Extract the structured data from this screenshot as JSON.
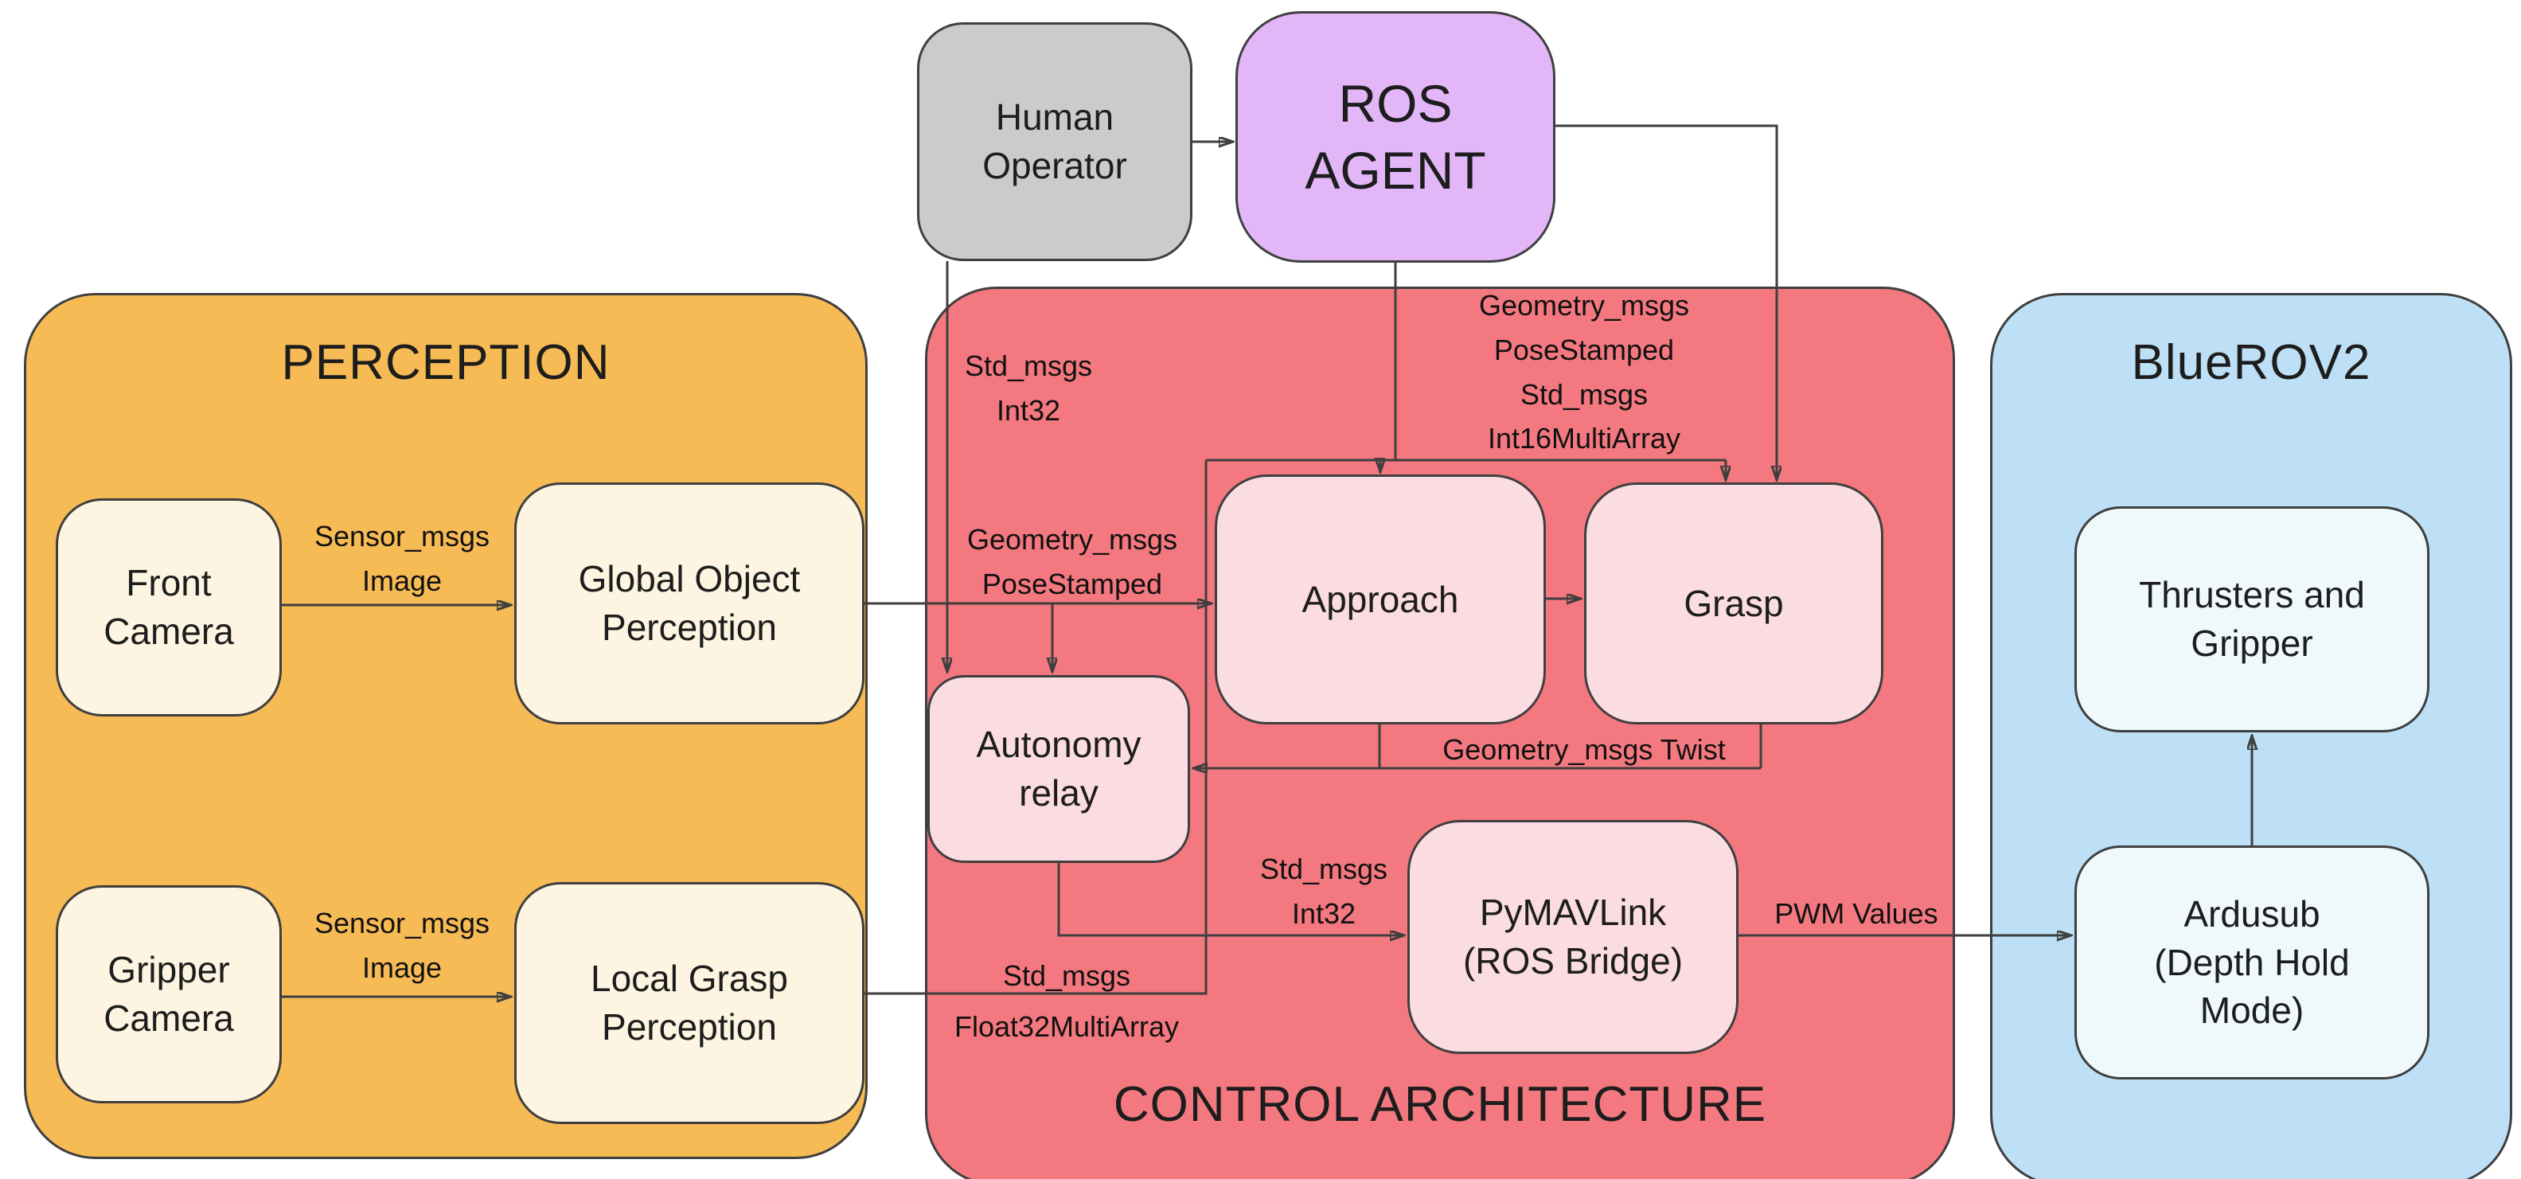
{
  "diagram": {
    "containers": {
      "perception": "PERCEPTION",
      "control_architecture": "CONTROL ARCHITECTURE",
      "bluerov2": "BlueROV2"
    },
    "nodes": {
      "human_operator": "Human\nOperator",
      "ros_agent": "ROS\nAGENT",
      "front_camera": "Front\nCamera",
      "global_object_perception": "Global Object\nPerception",
      "gripper_camera": "Gripper\nCamera",
      "local_grasp_perception": "Local Grasp\nPerception",
      "approach": "Approach",
      "grasp": "Grasp",
      "autonomy_relay": "Autonomy\nrelay",
      "pymavlink": "PyMAVLink\n(ROS Bridge)",
      "thrusters_gripper": "Thrusters and\nGripper",
      "ardusub": "Ardusub\n(Depth Hold\nMode)"
    },
    "edge_labels": {
      "front_to_global": "Sensor_msgs\nImage",
      "gripper_to_local": "Sensor_msgs\nImage",
      "operator_to_relay": "Std_msgs\nInt32",
      "global_to_approach": "Geometry_msgs\nPoseStamped",
      "agent_to_behaviors": "Geometry_msgs\nPoseStamped\nStd_msgs\nInt16MultiArray",
      "behaviors_to_relay": "Geometry_msgs Twist",
      "relay_to_pymavlink": "Std_msgs\nInt32",
      "local_to_control_line1": "Std_msgs",
      "local_to_control_line2": "Float32MultiArray",
      "pymavlink_to_ardusub": "PWM Values"
    },
    "colors": {
      "operator_fill": "#cbcbcb",
      "agent_fill": "#e2b6f7",
      "perception_fill": "#f7bb55",
      "perception_node_fill": "#fdf5e1",
      "control_fill": "#f4787f",
      "control_node_fill": "#fbdce1",
      "bluerov_fill": "#bee0f6",
      "bluerov_node_fill": "#eff9fb",
      "line": "#3f3f3f"
    }
  }
}
